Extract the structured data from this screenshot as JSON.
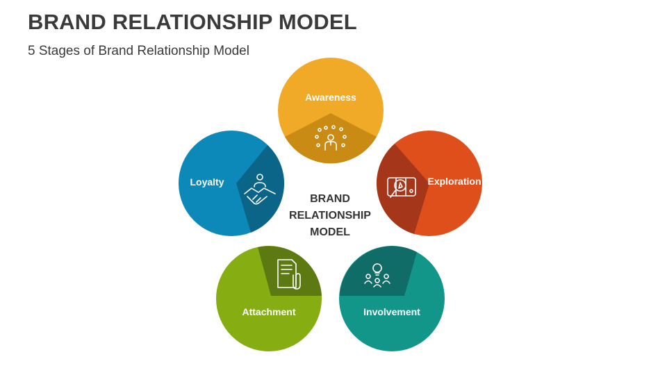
{
  "header": {
    "title": "BRAND RELATIONSHIP MODEL",
    "subtitle": "5 Stages of Brand Relationship Model"
  },
  "center": {
    "lines": [
      "BRAND",
      "RELATIONSHIP",
      "MODEL"
    ]
  },
  "stages": [
    {
      "label": "Awareness",
      "color": "#F0AA28",
      "wedge_color": "#C98B14",
      "icon": "audience-person-icon"
    },
    {
      "label": "Exploration",
      "color": "#DE4F1C",
      "wedge_color": "#A5361A",
      "icon": "magnifier-map-icon"
    },
    {
      "label": "Involvement",
      "color": "#12968A",
      "wedge_color": "#0F6C66",
      "icon": "idea-team-icon"
    },
    {
      "label": "Attachment",
      "color": "#86AE12",
      "wedge_color": "#5D7A12",
      "icon": "document-clip-icon"
    },
    {
      "label": "Loyalty",
      "color": "#0D89B9",
      "wedge_color": "#0A6589",
      "icon": "handshake-icon"
    }
  ]
}
